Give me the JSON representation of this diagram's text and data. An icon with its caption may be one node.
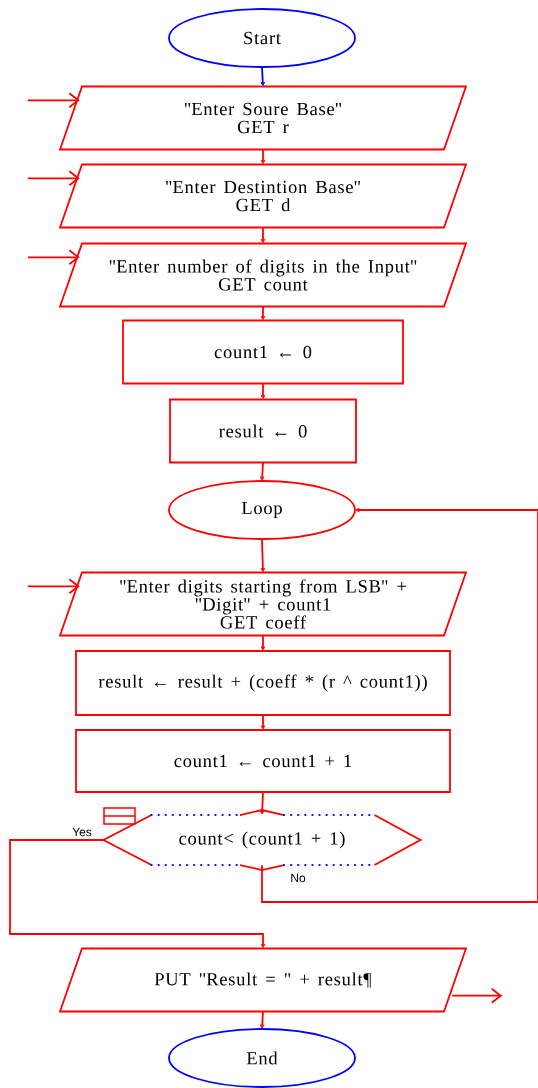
{
  "diagram": {
    "nodes": [
      {
        "text": [
          "Start"
        ]
      },
      {
        "text": [
          "\"Enter Soure Base\"",
          "GET r"
        ]
      },
      {
        "text": [
          "\"Enter Destintion Base\"",
          "GET d"
        ]
      },
      {
        "text": [
          "\"Enter number of digits in the Input\"",
          "GET count"
        ]
      },
      {
        "text": [
          "count1 ← 0"
        ]
      },
      {
        "text": [
          "result ← 0"
        ]
      },
      {
        "text": [
          "Loop"
        ]
      },
      {
        "text": [
          "\"Enter digits starting from LSB\" + \"Digit\" + count1",
          "GET coeff"
        ]
      },
      {
        "text": [
          "result ← result  +  (coeff * (r ^ count1))"
        ]
      },
      {
        "text": [
          "count1 ← count1 + 1"
        ]
      },
      {
        "text": [
          "count< (count1 + 1)"
        ]
      },
      {
        "text": [
          "PUT \"Result = \"  + result¶"
        ]
      },
      {
        "text": [
          "End"
        ]
      }
    ],
    "edges": [
      {
        "from": 0,
        "to": 1,
        "arrow": "to",
        "color": "#0000ff"
      },
      {
        "from": 1,
        "to": 2,
        "arrow": "to"
      },
      {
        "from": 2,
        "to": 3,
        "arrow": "to"
      },
      {
        "from": 3,
        "to": 4,
        "arrow": "to"
      },
      {
        "from": 4,
        "to": 5,
        "arrow": "to"
      },
      {
        "from": 5,
        "to": 6,
        "arrow": "to"
      },
      {
        "from": 6,
        "to": 7,
        "arrow": "to"
      },
      {
        "from": 7,
        "to": 8,
        "arrow": "to"
      },
      {
        "from": 8,
        "to": 9,
        "arrow": "to"
      },
      {
        "from": 9,
        "to": 10,
        "arrow": "to"
      },
      {
        "from": 10,
        "to": 11,
        "arrow": "to",
        "label": "Yes"
      },
      {
        "from": 10,
        "to": 6,
        "arrow": "to",
        "label": "No"
      },
      {
        "from": 11,
        "to": 12,
        "arrow": "to"
      },
      {
        "from": null,
        "to": 1,
        "arrow": "to"
      },
      {
        "from": null,
        "to": 2,
        "arrow": "to"
      },
      {
        "from": null,
        "to": 3,
        "arrow": "to"
      },
      {
        "from": null,
        "to": 7,
        "arrow": "to"
      },
      {
        "from": 11,
        "to": null,
        "arrow": "to"
      }
    ]
  }
}
